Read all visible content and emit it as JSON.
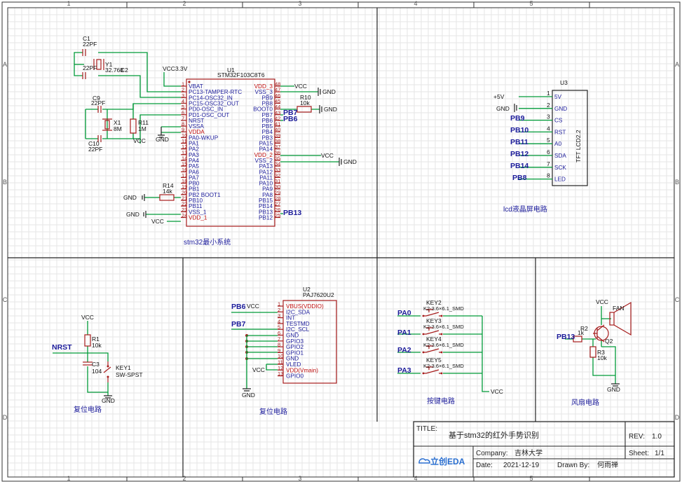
{
  "zone_cols": [
    "1",
    "2",
    "3",
    "4",
    "5"
  ],
  "zone_rows": [
    "A",
    "B",
    "C",
    "D"
  ],
  "mcu": {
    "ref": "U1",
    "part": "STM32F103C8T6",
    "left_pins": [
      {
        "n": "1",
        "name": "VBAT"
      },
      {
        "n": "2",
        "name": "PC13-TAMPER-RTC"
      },
      {
        "n": "3",
        "name": "PC14-OSC32_IN"
      },
      {
        "n": "4",
        "name": "PC15-OSC32_OUT"
      },
      {
        "n": "5",
        "name": "PD0-OSC_IN"
      },
      {
        "n": "6",
        "name": "PD1-OSC_OUT"
      },
      {
        "n": "7",
        "name": "NRST"
      },
      {
        "n": "8",
        "name": "VSSA"
      },
      {
        "n": "9",
        "name": "VDDA",
        "red": true
      },
      {
        "n": "10",
        "name": "PA0-WKUP"
      },
      {
        "n": "11",
        "name": "PA1"
      },
      {
        "n": "12",
        "name": "PA2"
      },
      {
        "n": "13",
        "name": "PA3"
      },
      {
        "n": "14",
        "name": "PA4"
      },
      {
        "n": "15",
        "name": "PA5"
      },
      {
        "n": "16",
        "name": "PA6"
      },
      {
        "n": "17",
        "name": "PA7"
      },
      {
        "n": "18",
        "name": "PB0"
      },
      {
        "n": "19",
        "name": "PB1"
      },
      {
        "n": "20",
        "name": "PB2 BOOT1"
      },
      {
        "n": "21",
        "name": "PB10"
      },
      {
        "n": "22",
        "name": "PB11"
      },
      {
        "n": "23",
        "name": "VSS_1"
      },
      {
        "n": "24",
        "name": "VDD_1",
        "red": true
      }
    ],
    "right_pins": [
      {
        "n": "48",
        "name": "VDD_3",
        "red": true
      },
      {
        "n": "47",
        "name": "VSS_3"
      },
      {
        "n": "46",
        "name": "PB9"
      },
      {
        "n": "45",
        "name": "PB8"
      },
      {
        "n": "44",
        "name": "BOOT0"
      },
      {
        "n": "43",
        "name": "PB7"
      },
      {
        "n": "42",
        "name": "PB6"
      },
      {
        "n": "41",
        "name": "PB5"
      },
      {
        "n": "40",
        "name": "PB4"
      },
      {
        "n": "39",
        "name": "PB3"
      },
      {
        "n": "38",
        "name": "PA15"
      },
      {
        "n": "37",
        "name": "PA14"
      },
      {
        "n": "36",
        "name": "VDD_2",
        "red": true
      },
      {
        "n": "35",
        "name": "VSS_2"
      },
      {
        "n": "34",
        "name": "PA13"
      },
      {
        "n": "33",
        "name": "PA12"
      },
      {
        "n": "32",
        "name": "PA11"
      },
      {
        "n": "31",
        "name": "PA10"
      },
      {
        "n": "30",
        "name": "PA9"
      },
      {
        "n": "29",
        "name": "PA8"
      },
      {
        "n": "28",
        "name": "PB15"
      },
      {
        "n": "27",
        "name": "PB14"
      },
      {
        "n": "26",
        "name": "PB13"
      },
      {
        "n": "25",
        "name": "PB12"
      }
    ]
  },
  "mcu_parts": {
    "c1_ref": "C1",
    "c1_val": "22PF",
    "y1_ref": "Y1",
    "y1_val": "32.768",
    "c2_ref": "C2",
    "c2_val": "22PF",
    "c9_ref": "C9",
    "c9_val": "22PF",
    "x1_ref": "X1",
    "x1_val": "8M",
    "r11_ref": "R11",
    "r11_val": "1M",
    "c10_ref": "C10",
    "c10_val": "22PF",
    "r10_ref": "R10",
    "r10_val": "10k",
    "r14_ref": "R14",
    "r14_val": "14k"
  },
  "nets": {
    "vcc33": "VCC3.3V",
    "vcc": "VCC",
    "gnd": "GND",
    "pb7": "PB7",
    "pb6": "PB6",
    "pb13": "PB13",
    "plus5v": "+5V",
    "nrst": "NRST",
    "pa0": "PA0",
    "pa1": "PA1",
    "pa2": "PA2",
    "pa3": "PA3",
    "pb9": "PB9",
    "pb10": "PB10",
    "pb11": "PB11",
    "pb12": "PB12",
    "pb14": "PB14",
    "pb8": "PB8"
  },
  "lcd": {
    "ref": "U3",
    "part": "TFT LCD2.2",
    "pins": [
      {
        "n": "1",
        "name": "5V"
      },
      {
        "n": "2",
        "name": "GND"
      },
      {
        "n": "3",
        "name": "CS"
      },
      {
        "n": "4",
        "name": "RST"
      },
      {
        "n": "5",
        "name": "A0"
      },
      {
        "n": "6",
        "name": "SDA"
      },
      {
        "n": "7",
        "name": "SCK"
      },
      {
        "n": "8",
        "name": "LED"
      }
    ]
  },
  "gesture": {
    "ref": "U2",
    "part": "PAJ7620U2",
    "pins": [
      {
        "n": "1",
        "name": "VBUS(VDDIO)",
        "red": true
      },
      {
        "n": "2",
        "name": "I2C_SDA"
      },
      {
        "n": "3",
        "name": "INT"
      },
      {
        "n": "4",
        "name": "TESTMD"
      },
      {
        "n": "5",
        "name": "I2C_SCL"
      },
      {
        "n": "6",
        "name": "GND"
      },
      {
        "n": "7",
        "name": "GPIO3"
      },
      {
        "n": "8",
        "name": "GPIO2"
      },
      {
        "n": "9",
        "name": "GPIO1"
      },
      {
        "n": "10",
        "name": "GND"
      },
      {
        "n": "11",
        "name": "VLED"
      },
      {
        "n": "12",
        "name": "VDD(Vmain)",
        "red": true
      },
      {
        "n": "13",
        "name": "GPIO0"
      }
    ]
  },
  "reset": {
    "r_ref": "R1",
    "r_val": "10k",
    "c_ref": "C3",
    "c_val": "104",
    "key_ref": "KEY1",
    "key_val": "SW-SPST"
  },
  "keys": [
    {
      "ref": "KEY2",
      "val": "K2-3.6×6.1_SMD"
    },
    {
      "ref": "KEY3",
      "val": "K2-3.6×6.1_SMD"
    },
    {
      "ref": "KEY4",
      "val": "K2-3.6×6.1_SMD"
    },
    {
      "ref": "KEY5",
      "val": "K2-3.6×6.1_SMD"
    }
  ],
  "fan": {
    "r_ref": "R2",
    "r_val": "1k",
    "r3_ref": "R3",
    "r3_val": "10k",
    "q_ref": "Q2",
    "fan_ref": "FAN"
  },
  "section_titles": {
    "mcu": "stm32最小系统",
    "lcd": "lcd液晶屏电路",
    "reset": "复位电路",
    "gesture": "复位电路",
    "keys": "按键电路",
    "fan": "风扇电路"
  },
  "title_block": {
    "title_label": "TITLE:",
    "title": "基于stm32的红外手势识别",
    "rev_label": "REV:",
    "rev": "1.0",
    "company_label": "Company:",
    "company": "吉林大学",
    "sheet_label": "Sheet:",
    "sheet": "1/1",
    "date_label": "Date:",
    "date": "2021-12-19",
    "drawn_label": "Drawn By:",
    "drawn": "何雨禅",
    "logo": "立创EDA"
  },
  "colors": {
    "wire": "#009a38",
    "component": "#a61c1c",
    "pin_text": "#1b1b9a",
    "frame": "#333333"
  }
}
